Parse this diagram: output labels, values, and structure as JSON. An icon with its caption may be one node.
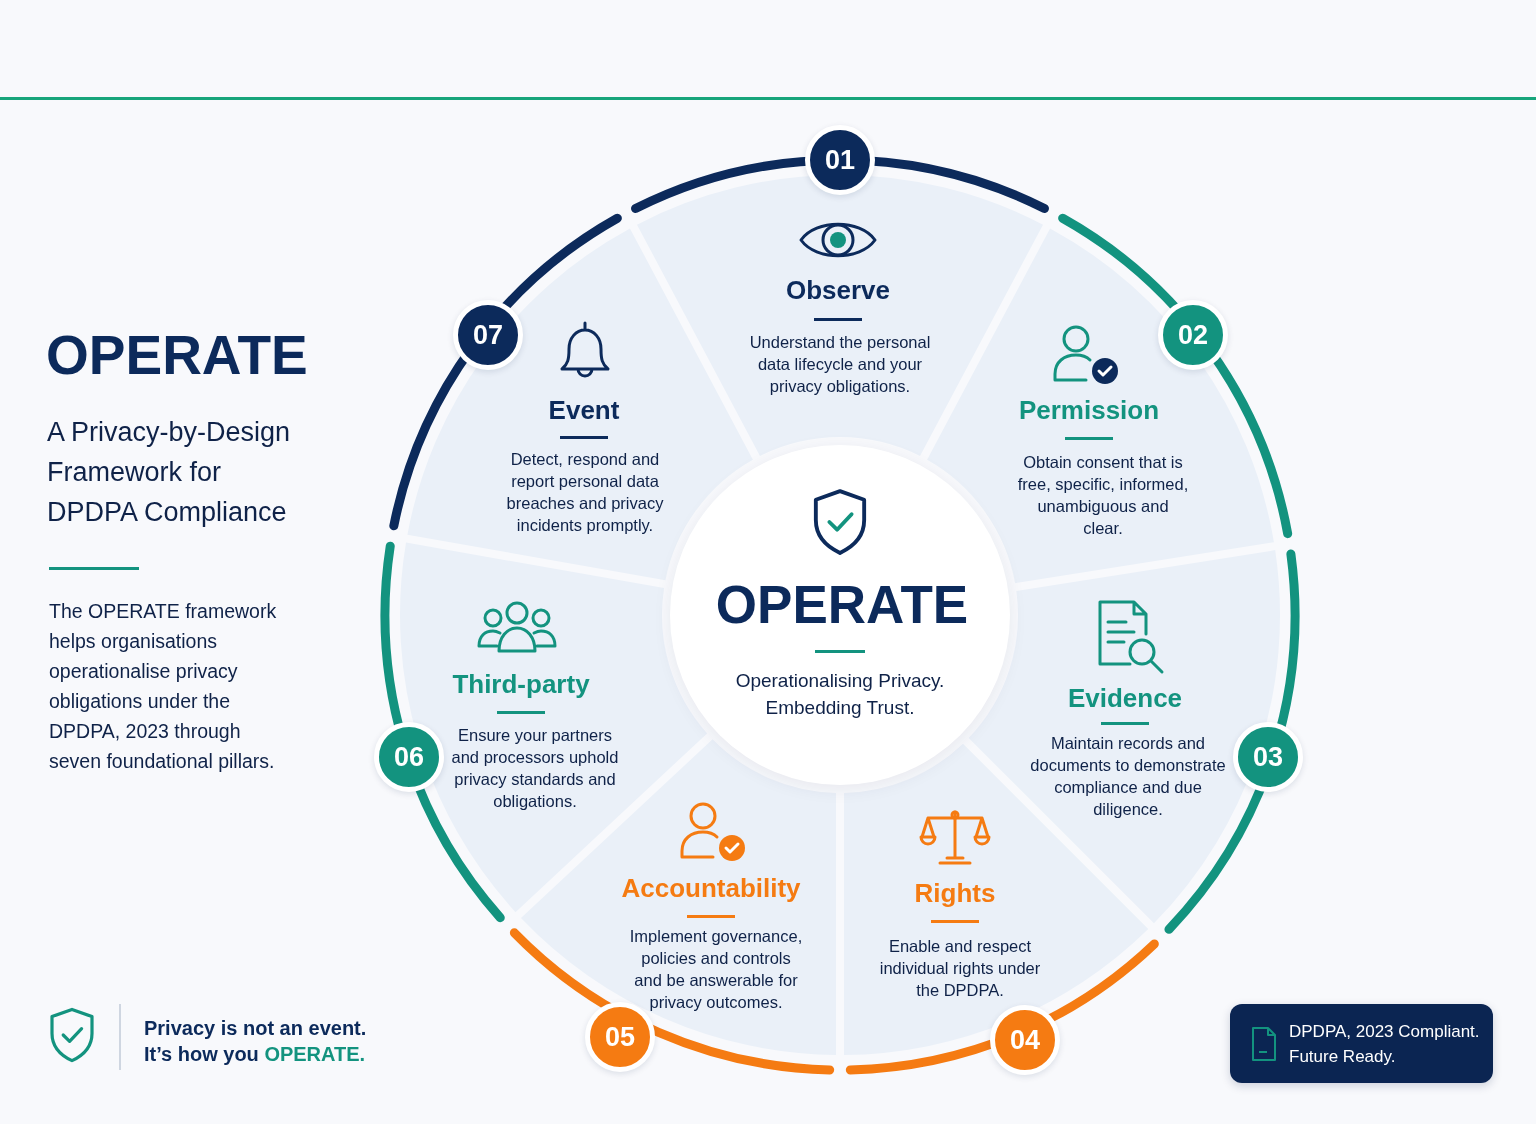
{
  "diagram": {
    "title": "OPERATE",
    "nodes": [
      {
        "text": [
          "OPERATE",
          "Operationalising Privacy. Embedding Trust."
        ]
      },
      {
        "text": [
          "01"
        ]
      },
      {
        "text": [
          "Observe",
          "Understand the personal data lifecycle and your privacy obligations."
        ]
      },
      {
        "text": [
          "02"
        ]
      },
      {
        "text": [
          "Permission",
          "Obtain consent that is free, specific, informed, unambiguous and clear."
        ]
      },
      {
        "text": [
          "03"
        ]
      },
      {
        "text": [
          "Evidence",
          "Maintain records and documents to demonstrate compliance and due diligence."
        ]
      },
      {
        "text": [
          "04"
        ]
      },
      {
        "text": [
          "Rights",
          "Enable and respect individual rights under the DPDPA."
        ]
      },
      {
        "text": [
          "05"
        ]
      },
      {
        "text": [
          "Accountability",
          "Implement governance, policies and controls and be answerable for privacy outcomes."
        ]
      },
      {
        "text": [
          "06"
        ]
      },
      {
        "text": [
          "Third-party",
          "Ensure your partners and processors uphold privacy standards and obligations."
        ]
      },
      {
        "text": [
          "07"
        ]
      },
      {
        "text": [
          "Event",
          "Detect, respond and report personal data breaches and privacy incidents promptly."
        ]
      },
      {
        "text": [
          "DPDPA, 2023 Compliant. Future Ready."
        ]
      }
    ],
    "labels": [
      "A Privacy-by-Design Framework for DPDPA Compliance",
      "The OPERATE framework helps organisations operationalise privacy obligations under the DPDPA, 2023 through seven foundational pillars.",
      "Privacy is not an event. It’s how you *OPERATE.*"
    ]
  }
}
